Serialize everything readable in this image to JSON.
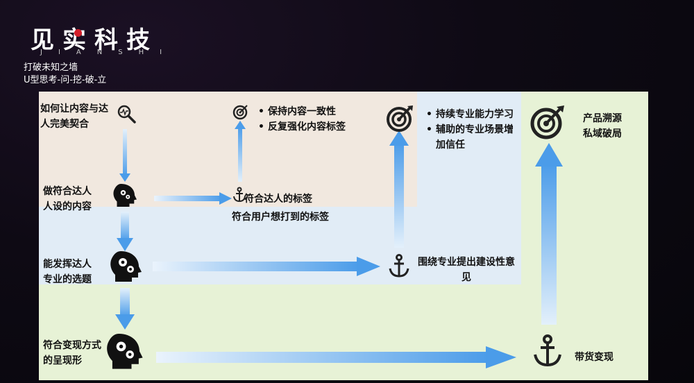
{
  "brand": {
    "name": "见实科技",
    "sub": "JIANSHI"
  },
  "tagline": [
    "打破未知之墙",
    "U型思考-问-挖-破-立"
  ],
  "stages": [
    "如何让内容与达人完美契合",
    "做符合达人人设的内容",
    "能发挥达人专业的选题",
    "符合变现方式的呈现形"
  ],
  "target1": [
    "保持内容一致性",
    "反复强化内容标签"
  ],
  "target2": [
    "持续专业能力学习",
    "辅助的专业场景增加信任"
  ],
  "target3": [
    "产品溯源",
    "私域破局"
  ],
  "anchor1": "符合达人的标签",
  "anchor1_sub": "符合用户想打到的标签",
  "anchor2": "围绕专业提出建设性意见",
  "anchor3": "带货变现",
  "colors": {
    "arrow": "#5aa6ec",
    "panel": "#e7f2d6",
    "warm": "#f1e8df",
    "cool": "#e1ecf6"
  },
  "icons": [
    "magnifier-icon",
    "head-gears-icon",
    "target-icon",
    "anchor-icon"
  ]
}
